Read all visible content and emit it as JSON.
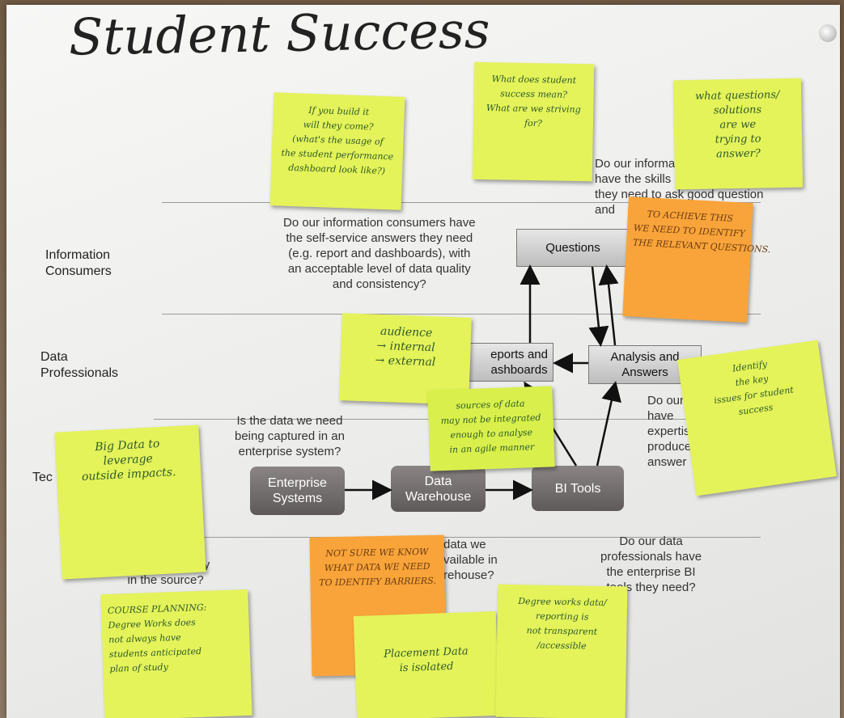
{
  "title": "Student Success",
  "rows": {
    "information_consumers": "Information\nConsumers",
    "data_professionals": "Data\nProfessionals",
    "technology_partial": "Tec"
  },
  "questions": {
    "self_service": "Do our information consumers have\nthe self-service answers they need\n(e.g. report and dashboards), with\nan acceptable level of data quality\nand consistency?",
    "skills": "Do our informat\nhave the skills a\nthey need to ask good question\nand         get answers?",
    "captured": "Is the data we need\nbeing captured in an\nenterprise system?",
    "expertise": "Do our d\nhave\nexpertis\nproduce i\nanswer",
    "source_quality": "evel of\nable data quality\nin the source?",
    "warehouse": "data we\nvailable in\nrehouse?",
    "bi_tools": "Do our data\nprofessionals have\nthe enterprise BI\ntools they need?"
  },
  "boxes": {
    "questions": "Questions",
    "reports": "eports and\nashboards",
    "analysis": "Analysis and\nAnswers",
    "enterprise": "Enterprise\nSystems",
    "warehouse": "Data\nWarehouse",
    "bi_tools": "BI Tools"
  },
  "notes": {
    "build_it": "If you build it\nwill they come?\n(what's the usage of\nthe student performance\ndashboard look like?)",
    "what_means": "What does student\nsuccess mean?\nWhat are we striving\nfor?",
    "what_questions": "what questions/\nsolutions\nare we\ntrying to\nanswer?",
    "achieve": "TO ACHIEVE THIS\nWE NEED TO IDENTIFY\nTHE RELEVANT QUESTIONS.",
    "audience": "audience\n→ internal\n→ external",
    "sources": "sources of data\nmay not be integrated\nenough to analyse\nin an agile manner",
    "identify": "Identify\nthe key\nissues for student\nsuccess",
    "big_data": "Big Data to\nleverage\noutside impacts.",
    "not_sure": "NOT SURE WE KNOW\nWHAT DATA WE NEED\nTO IDENTIFY BARRIERS.",
    "course_planning": "COURSE PLANNING:\nDegree Works does\nnot always have\nstudents anticipated\nplan of study",
    "placement": "Placement Data\nis isolated",
    "degree_works": "Degree works data/\nreporting is\nnot transparent\n/accessible"
  },
  "colors": {
    "note_lemon": "#e4f35a",
    "note_lime": "#d9f04c",
    "note_orange": "#f9a43a",
    "box_dark": "#6b6766",
    "box_light": "#d2d2d2"
  }
}
